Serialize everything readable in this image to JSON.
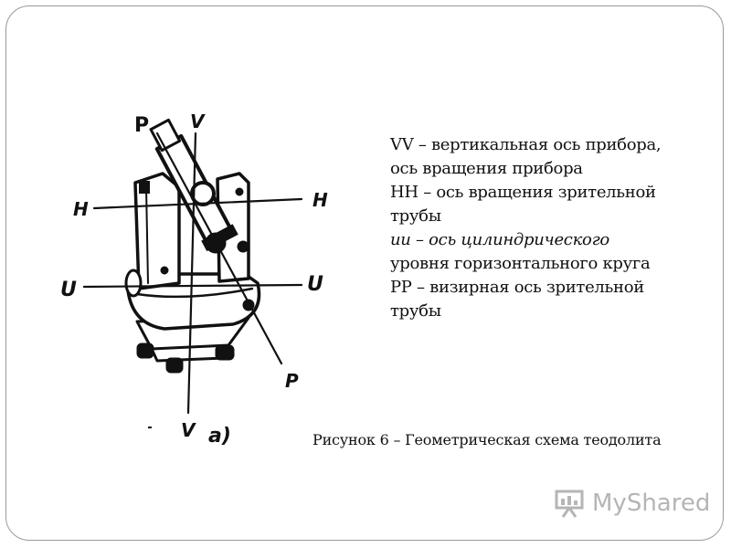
{
  "slide": {
    "diagram_labels": {
      "p_top": "P",
      "v_top": "V",
      "h_left": "H",
      "h_right": "H",
      "u_left": "U",
      "u_right": "U",
      "p_bottom": "P",
      "v_bottom": "V",
      "panel": "a)"
    },
    "axis_descriptions": [
      "VV – вертикальная ось прибора,",
      "ось вращения прибора",
      "HH – ось вращения зрительной",
      "трубы",
      "uu – ось цилиндрического",
      "уровня горизонтального круга",
      "PP – визирная ось зрительной",
      "трубы"
    ],
    "caption": "Рисунок 6 – Геометрическая схема теодолита",
    "watermark": "MyShared"
  }
}
